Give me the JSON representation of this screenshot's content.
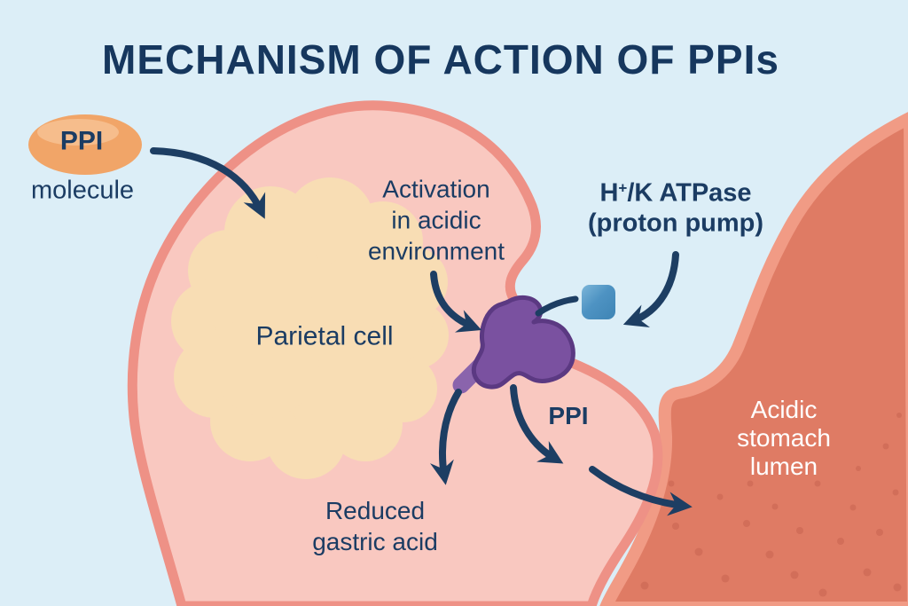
{
  "title": "MECHANISM OF ACTION OF PPIs",
  "ppi_molecule": {
    "name": "PPI",
    "caption": "molecule"
  },
  "activation": {
    "lines": [
      "Activation",
      "in acidic",
      "environment"
    ]
  },
  "proton_pump_label": {
    "base": "H",
    "superscript": "+",
    "after": "/K ATPase",
    "line2": "(proton pump)"
  },
  "parietal_cell_label": "Parietal cell",
  "ppi_bound_label": "PPI",
  "reduced_acid": {
    "lines": [
      "Reduced",
      "gastric acid"
    ]
  },
  "stomach_lumen": {
    "lines": [
      "Acidic",
      "stomach",
      "lumen"
    ]
  },
  "icons": {
    "ppi_molecule_shape": "orange-ellipse-pill",
    "proton_pump_shape": "blue-rounded-square",
    "ppi_pump_complex_shape": "purple-blob",
    "arrow_style": "curved-navy-arrow"
  },
  "colors": {
    "background": "#dceef7",
    "text_navy": "#1b3c63",
    "arrow_navy": "#1d3e63",
    "ppi_molecule_fill": "#f1a568",
    "ppi_molecule_highlight": "#f6bd8c",
    "cell_fill": "#f9c8c0",
    "cell_border": "#ee9186",
    "parietal_blob": "#f8ddb4",
    "pump_purple": "#7a51a0",
    "pump_purple_dark": "#5b3982",
    "pump_stalk": "#8a64ac",
    "atpase_square": "#4e93c3",
    "lumen_fill": "#df7b64",
    "lumen_border": "#f19b85",
    "lumen_dots": "#d26e59",
    "lumen_text": "#ffffff"
  }
}
